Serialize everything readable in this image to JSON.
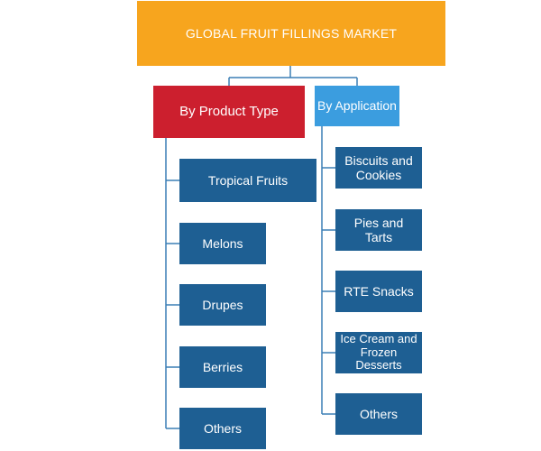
{
  "diagram": {
    "root": {
      "label": "GLOBAL FRUIT FILLINGS MARKET"
    },
    "categories": [
      {
        "label": "By Product Type",
        "color": "#cc1f2e",
        "items": [
          "Tropical Fruits",
          "Melons",
          "Drupes",
          "Berries",
          "Others"
        ]
      },
      {
        "label": "By Application",
        "color": "#3b9ddf",
        "items": [
          "Biscuits and Cookies",
          "Pies and Tarts",
          "RTE Snacks",
          "Ice Cream and Frozen Desserts",
          "Others"
        ]
      }
    ],
    "colors": {
      "root": "#f7a51e",
      "item": "#1e5f93",
      "connector": "#3b7fb5"
    }
  }
}
